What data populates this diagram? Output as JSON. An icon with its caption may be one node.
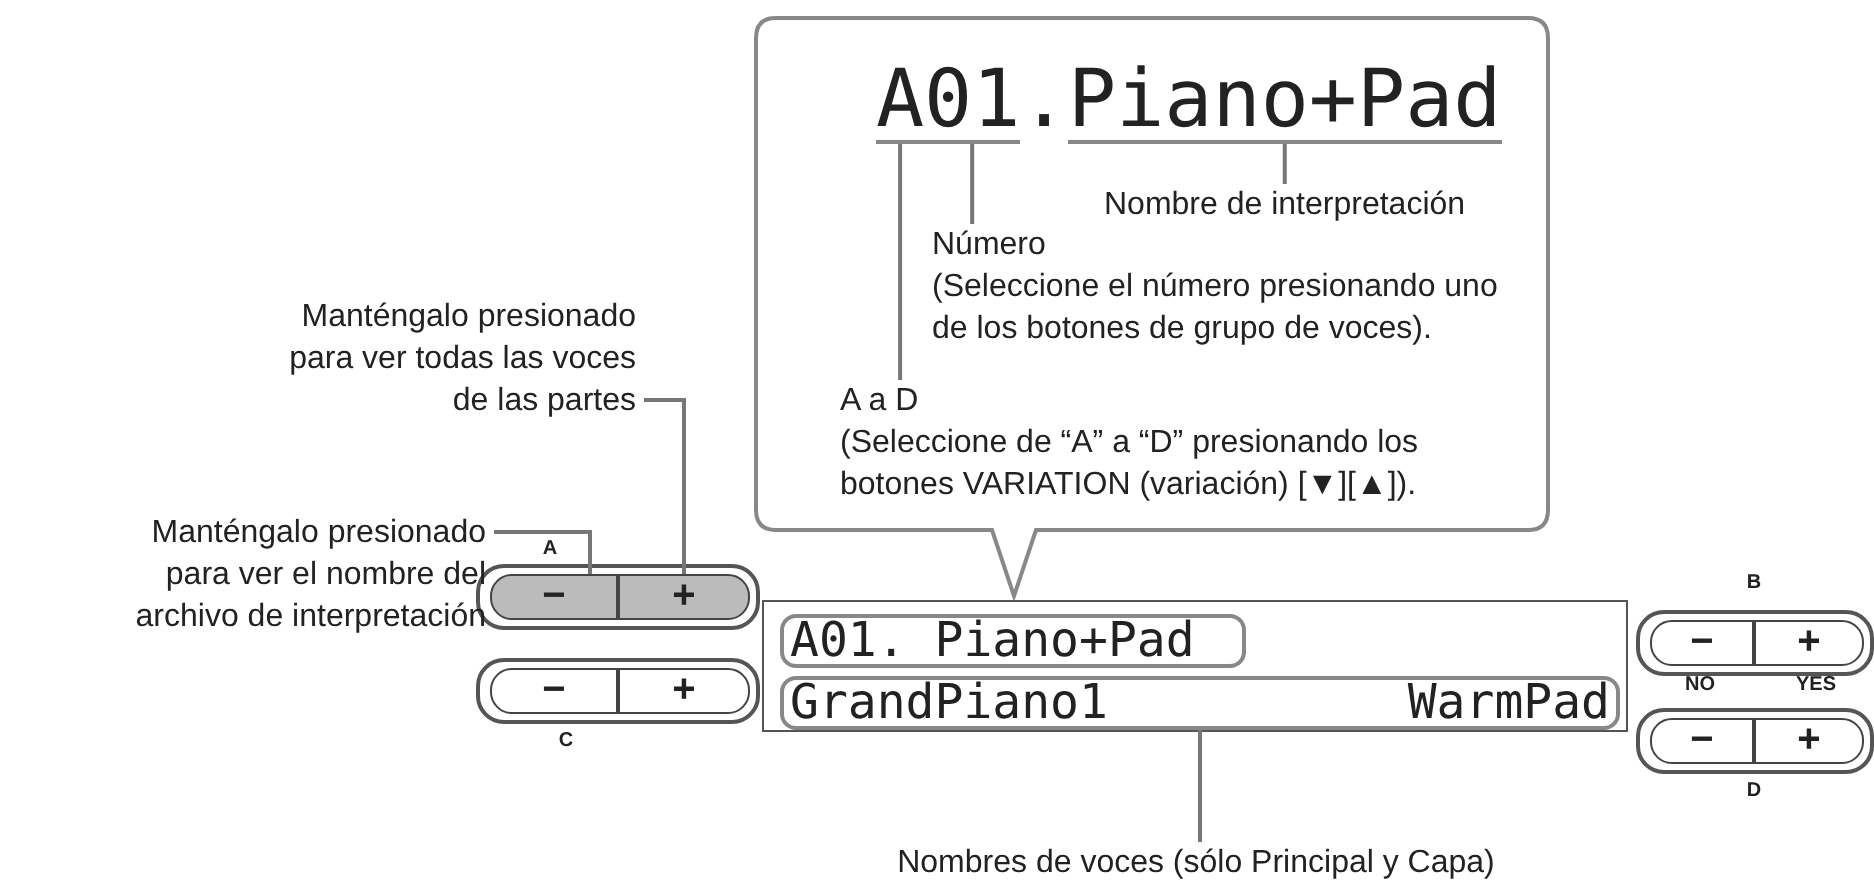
{
  "diagram": {
    "nodes": [
      {
        "text": [],
        "shape": "callout"
      },
      {
        "text": [
          "A"
        ],
        "in": 0
      },
      {
        "text": [
          "01"
        ],
        "in": 0
      },
      {
        "text": [
          "Piano+Pad"
        ],
        "in": 0
      },
      {
        "text": [
          "Nombre de interpretación"
        ],
        "in": 0
      },
      {
        "text": [
          "Número",
          "(Seleccione el número presionando uno de los botones de grupo de voces)."
        ],
        "in": 0
      },
      {
        "text": [
          "A a D",
          "(Seleccione de “A” a “D” presionando los botones VARIATION (variación) [▼][▲])."
        ],
        "in": 0
      },
      {
        "text": [
          "Manténgalo presionado para ver todas las voces de las partes"
        ]
      },
      {
        "text": [
          "Manténgalo presionado para ver el nombre del archivo de interpretación"
        ]
      },
      {
        "text": [
          "−"
        ]
      },
      {
        "text": [
          "+"
        ]
      },
      {
        "text": [
          "−"
        ]
      },
      {
        "text": [
          "+"
        ]
      },
      {
        "text": [],
        "shape": "box"
      },
      {
        "text": [
          "A01. Piano+Pad"
        ],
        "in": 13
      },
      {
        "text": [
          "GrandPiano1",
          "WarmPad"
        ],
        "in": 13
      },
      {
        "text": [
          "−"
        ]
      },
      {
        "text": [
          "+"
        ]
      },
      {
        "text": [
          "−"
        ]
      },
      {
        "text": [
          "+"
        ]
      },
      {
        "text": [
          "Nombres de voces (sólo Principal y Capa)"
        ]
      }
    ],
    "edges": [
      {
        "from": 4,
        "to": 3,
        "arrow": "none"
      },
      {
        "from": 5,
        "to": 2,
        "arrow": "none"
      },
      {
        "from": 6,
        "to": 1,
        "arrow": "none"
      },
      {
        "from": 7,
        "to": 10,
        "arrow": "none"
      },
      {
        "from": 8,
        "to": 9,
        "arrow": "none"
      },
      {
        "from": 20,
        "to": 15,
        "arrow": "none"
      }
    ],
    "labels": [
      ".",
      "A",
      "B",
      "NO",
      "YES",
      "C",
      "D"
    ]
  }
}
